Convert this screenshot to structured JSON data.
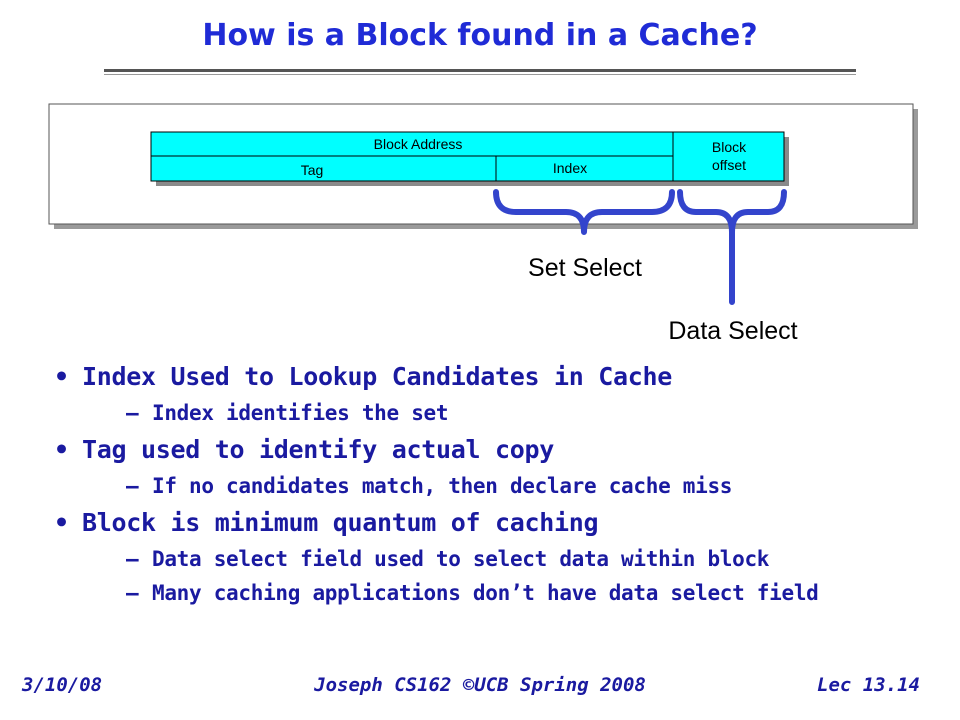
{
  "title": "How is a Block found in a Cache?",
  "diagram": {
    "block_address": "Block Address",
    "tag": "Tag",
    "index": "Index",
    "block_offset_line1": "Block",
    "block_offset_line2": "offset",
    "set_select": "Set Select",
    "data_select": "Data Select"
  },
  "bullets": [
    {
      "text": "Index Used to Lookup Candidates in Cache",
      "subs": [
        "Index identifies the set"
      ]
    },
    {
      "text": "Tag used to identify actual copy",
      "subs": [
        "If no candidates match, then declare cache miss"
      ]
    },
    {
      "text": "Block is minimum quantum of caching",
      "subs": [
        "Data select field used to select data within block",
        "Many caching applications don’t have data select field"
      ]
    }
  ],
  "footer": {
    "date": "3/10/08",
    "center": "Joseph CS162 ©UCB Spring 2008",
    "lecture": "Lec 13.14"
  },
  "colors": {
    "title": "#1f2bd6",
    "field_fill": "#00ffff",
    "brace": "#3344cc",
    "bullet_text": "#1a1aa0"
  }
}
